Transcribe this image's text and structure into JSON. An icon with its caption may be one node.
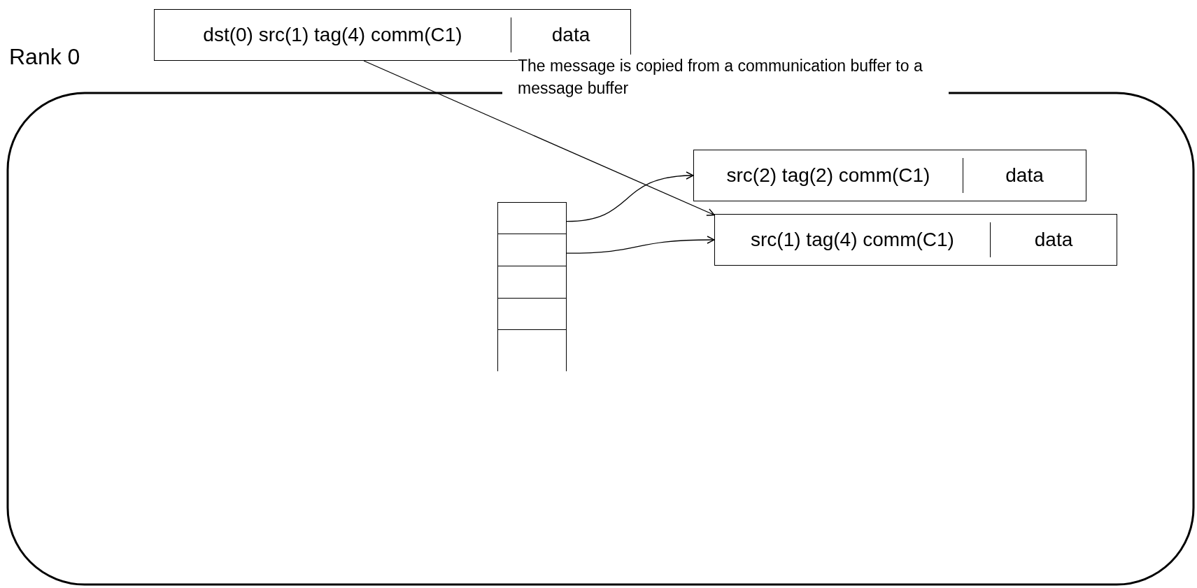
{
  "diagram": {
    "nodes": [
      {
        "text": [
          "dst(0) src(1) tag(4) comm(C1)",
          "data"
        ]
      },
      {
        "text": [
          "Rank 0"
        ]
      },
      {
        "text": [
          "src(2) tag(2) comm(C1)",
          "data"
        ],
        "in": 1
      },
      {
        "text": [
          "src(1) tag(4) comm(C1)",
          "data"
        ],
        "in": 1
      },
      {
        "text": [],
        "shape": "box",
        "in": 1
      },
      {
        "text": [],
        "shape": "box",
        "in": 1
      },
      {
        "text": [],
        "shape": "box",
        "in": 1
      },
      {
        "text": [],
        "shape": "box",
        "in": 1
      },
      {
        "text": [],
        "shape": "box",
        "in": 1
      }
    ],
    "edges": [
      {
        "from": 0,
        "to": 3,
        "arrow": "to",
        "label": "The message is copied from a communication buffer to a message buffer"
      },
      {
        "from": 4,
        "to": 2,
        "arrow": "to"
      },
      {
        "from": 5,
        "to": 3,
        "arrow": "to"
      }
    ]
  }
}
